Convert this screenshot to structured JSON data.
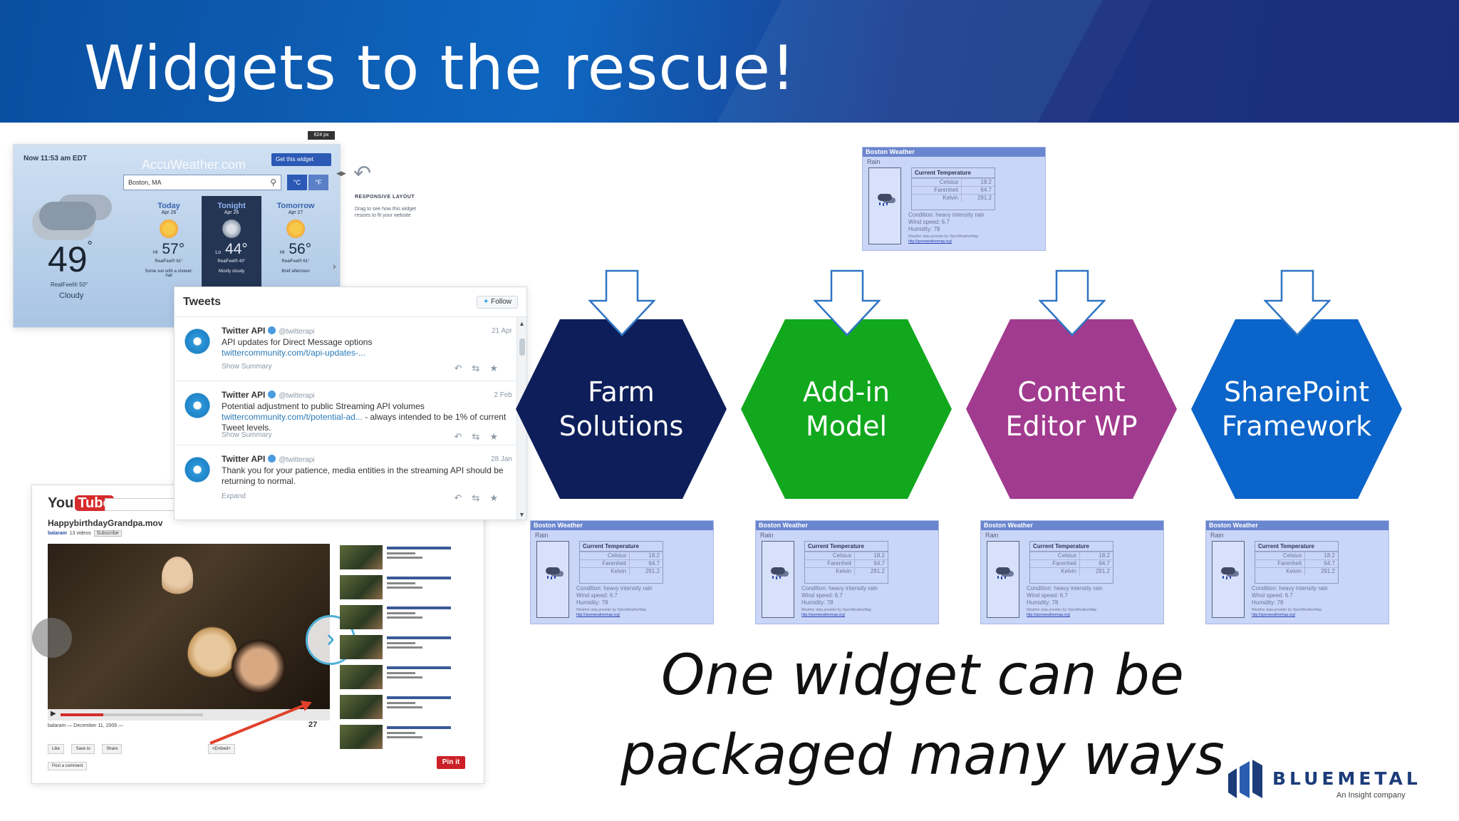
{
  "slide": {
    "title": "Widgets to the rescue!",
    "tagline_line1": "One widget can be",
    "tagline_line2": "packaged many ways"
  },
  "colors": {
    "header_blue": "#0f66c0",
    "hex_farm": "#0d1e5a",
    "hex_addin": "#12a81e",
    "hex_content": "#a13b8f",
    "hex_spfx": "#0b64c9"
  },
  "hexagons": [
    {
      "label": "Farm\nSolutions",
      "color": "#0d1e5a"
    },
    {
      "label": "Add-in\nModel",
      "color": "#12a81e"
    },
    {
      "label": "Content\nEditor WP",
      "color": "#a13b8f"
    },
    {
      "label": "SharePoint\nFramework",
      "color": "#0b64c9"
    }
  ],
  "weather_widget": {
    "title": "Boston Weather",
    "location": "Rain",
    "temp_header": "Current Temperature",
    "rows": [
      {
        "label": "Celsius",
        "value": "18.2"
      },
      {
        "label": "Farenheit",
        "value": "64.7"
      },
      {
        "label": "Kelvin",
        "value": "291.2"
      }
    ],
    "condition": "Condition: heavy intensity rain",
    "wind": "Wind speed: 6.7",
    "humidity": "Humidity: 78",
    "credit": "Weather data provider by OpenWeatherMap",
    "credit_link": "http://openweathermap.org/"
  },
  "accuweather": {
    "time": "Now 11:53 am EDT",
    "brand": "AccuWeather.com",
    "get_widget": "Get this widget",
    "search_value": "Boston, MA",
    "unit_c": "°C",
    "unit_f": "°F",
    "current_temp": "49",
    "realfeel": "RealFeel® 50°",
    "condition": "Cloudy",
    "size_badge": "624 px",
    "responsive_title": "RESPONSIVE LAYOUT",
    "responsive_note": "Drag to see how this widget resizes to fit your website",
    "days": [
      {
        "name": "Today",
        "date": "Apr 26",
        "prefix": "Hi",
        "temp": "57°",
        "realfeel": "RealFeel® 61°",
        "desc": "Some sun with a shower; hail"
      },
      {
        "name": "Tonight",
        "date": "Apr 26",
        "prefix": "Lo",
        "temp": "44°",
        "realfeel": "RealFeel® 40°",
        "desc": "Mostly cloudy"
      },
      {
        "name": "Tomorrow",
        "date": "Apr 27",
        "prefix": "Hi",
        "temp": "56°",
        "realfeel": "RealFeel® 61°",
        "desc": "Brief afternoon"
      }
    ]
  },
  "tweets": {
    "header": "Tweets",
    "follow": "Follow",
    "items": [
      {
        "name": "Twitter API",
        "handle": "@twitterapi",
        "date": "21 Apr",
        "text": "API updates for Direct Message options",
        "link": "twittercommunity.com/t/api-updates-...",
        "tail": "",
        "summary": "Show Summary"
      },
      {
        "name": "Twitter API",
        "handle": "@twitterapi",
        "date": "2 Feb",
        "text": "Potential adjustment to public Streaming API volumes",
        "link": "twittercommunity.com/t/potential-ad...",
        "tail": " - always intended to be 1% of current Tweet levels.",
        "summary": "Show Summary"
      },
      {
        "name": "Twitter API",
        "handle": "@twitterapi",
        "date": "28 Jan",
        "text": "Thank you for your patience, media entities in the streaming API should be returning to normal.",
        "link": "",
        "tail": "",
        "summary": "Expand"
      }
    ]
  },
  "youtube": {
    "logo_you": "You",
    "logo_tube": "Tube",
    "video_title": "HappybirthdayGrandpa.mov",
    "channel": "balaram",
    "videos": "13 videos",
    "subscribe": "Subscribe",
    "date_line": "balaram — December 11, 2009 —",
    "views": "27",
    "like": "Like",
    "save": "Save to",
    "share": "Share",
    "embed": "<Embed>",
    "comment": "Post a comment",
    "pinit": "Pin it"
  },
  "logo": {
    "name": "BLUEMETAL",
    "sub": "An Insight company"
  }
}
